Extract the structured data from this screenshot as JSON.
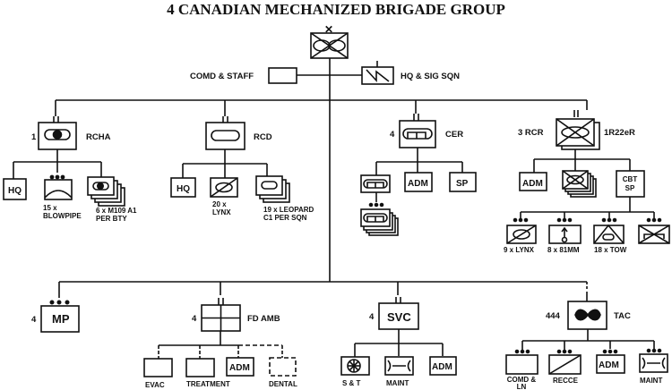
{
  "title": "4 CANADIAN MECHANIZED BRIGADE GROUP",
  "hq": {
    "comd_staff": "COMD & STAFF",
    "hq_sig": "HQ & SIG SQN"
  },
  "units": {
    "rcha": {
      "number": "1",
      "name": "RCHA",
      "children": [
        {
          "inner": "HQ",
          "caption": ""
        },
        {
          "inner": "",
          "caption": "15 x\nBLOWPIPE",
          "caption_lines": [
            "15 x",
            "BLOWPIPE"
          ]
        },
        {
          "inner": "",
          "caption_lines": [
            "6 x M109 A1",
            "PER BTY"
          ]
        }
      ]
    },
    "rcd": {
      "number": "",
      "name": "RCD",
      "children": [
        {
          "inner": "HQ"
        },
        {
          "inner": "",
          "caption_lines": [
            "20 x",
            "LYNX"
          ]
        },
        {
          "inner": "",
          "caption_lines": [
            "19 x LEOPARD",
            "C1 PER SQN"
          ]
        }
      ]
    },
    "cer": {
      "number": "4",
      "name": "CER",
      "children": [
        {
          "inner": ""
        },
        {
          "inner": "ADM"
        },
        {
          "inner": "SP"
        }
      ]
    },
    "inf": {
      "number": "3 RCR",
      "name": "1R22eR",
      "children": [
        {
          "inner": "ADM"
        },
        {
          "inner": ""
        },
        {
          "inner_lines": [
            "CBT",
            "SP"
          ]
        }
      ],
      "support": [
        {
          "caption": "9 x LYNX"
        },
        {
          "caption": "8 x 81MM"
        },
        {
          "caption": "18 x TOW"
        },
        {
          "caption": ""
        }
      ]
    },
    "mp": {
      "number": "4",
      "inner": "MP"
    },
    "fd_amb": {
      "number": "4",
      "name": "FD AMB",
      "children": [
        {
          "caption": "EVAC"
        },
        {
          "caption": "TREATMENT"
        },
        {
          "inner": "ADM"
        },
        {
          "caption": "DENTAL"
        }
      ]
    },
    "svc": {
      "number": "4",
      "inner": "SVC",
      "children": [
        {
          "caption": "S & T"
        },
        {
          "caption": "MAINT"
        },
        {
          "inner": "ADM"
        }
      ]
    },
    "tac": {
      "number": "444",
      "name": "TAC",
      "children": [
        {
          "caption_lines": [
            "COMD &",
            "LN"
          ]
        },
        {
          "caption": "RECCE"
        },
        {
          "inner": "ADM"
        },
        {
          "caption": "MAINT"
        }
      ]
    }
  }
}
